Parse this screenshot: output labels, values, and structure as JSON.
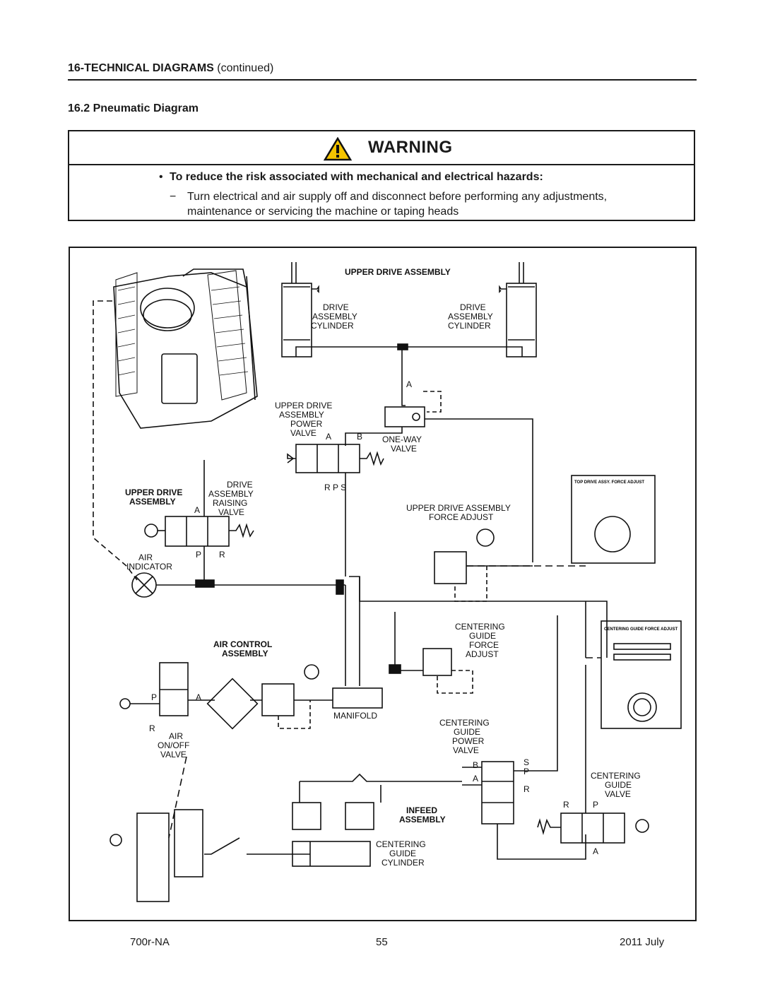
{
  "header": {
    "section": "16-TECHNICAL DIAGRAMS",
    "continued": "(continued)",
    "subsection": "16.2 Pneumatic Diagram"
  },
  "warning": {
    "title": "WARNING",
    "bullet": "To reduce the risk associated with mechanical and electrical hazards:",
    "dash_line1": "Turn electrical and air supply off and disconnect before performing any adjustments,",
    "dash_line2": "maintenance or servicing the machine or taping heads"
  },
  "diagram": {
    "upper_drive_assembly": "UPPER DRIVE ASSEMBLY",
    "left_cyl": [
      "DRIVE",
      "ASSEMBLY",
      "CYLINDER"
    ],
    "right_cyl": [
      "DRIVE",
      "ASSEMBLY",
      "CYLINDER"
    ],
    "power_valve": [
      "UPPER DRIVE",
      "ASSEMBLY",
      "POWER",
      "VALVE"
    ],
    "one_way": [
      "ONE-WAY",
      "VALVE"
    ],
    "raising_valve": [
      "DRIVE",
      "ASSEMBLY",
      "RAISING",
      "VALVE"
    ],
    "upper_drive_bold": [
      "UPPER DRIVE",
      "ASSEMBLY"
    ],
    "force_adjust": [
      "UPPER DRIVE ASSEMBLY",
      "FORCE ADJUST"
    ],
    "air_indicator": [
      "AIR",
      "INDICATOR"
    ],
    "top_drive_inset": "TOP DRIVE ASSY. FORCE ADJUST",
    "centering_force": [
      "CENTERING",
      "GUIDE",
      "FORCE",
      "ADJUST"
    ],
    "centering_inset": "CENTERING GUIDE FORCE ADJUST",
    "air_control": [
      "AIR CONTROL",
      "ASSEMBLY"
    ],
    "manifold": "MANIFOLD",
    "air_onoff": [
      "AIR",
      "ON/OFF",
      "VALVE"
    ],
    "centering_power": [
      "CENTERING",
      "GUIDE",
      "POWER",
      "VALVE"
    ],
    "centering_valve": [
      "CENTERING",
      "GUIDE",
      "VALVE"
    ],
    "infeed": [
      "INFEED",
      "ASSEMBLY"
    ],
    "centering_cyl": [
      "CENTERING",
      "GUIDE",
      "CYLINDER"
    ],
    "ports": {
      "a": "A",
      "b": "B",
      "p": "P",
      "r": "R",
      "s": "S",
      "rps": "R  P  S"
    }
  },
  "footer": {
    "model": "700r-NA",
    "page": "55",
    "date": "2011 July"
  }
}
